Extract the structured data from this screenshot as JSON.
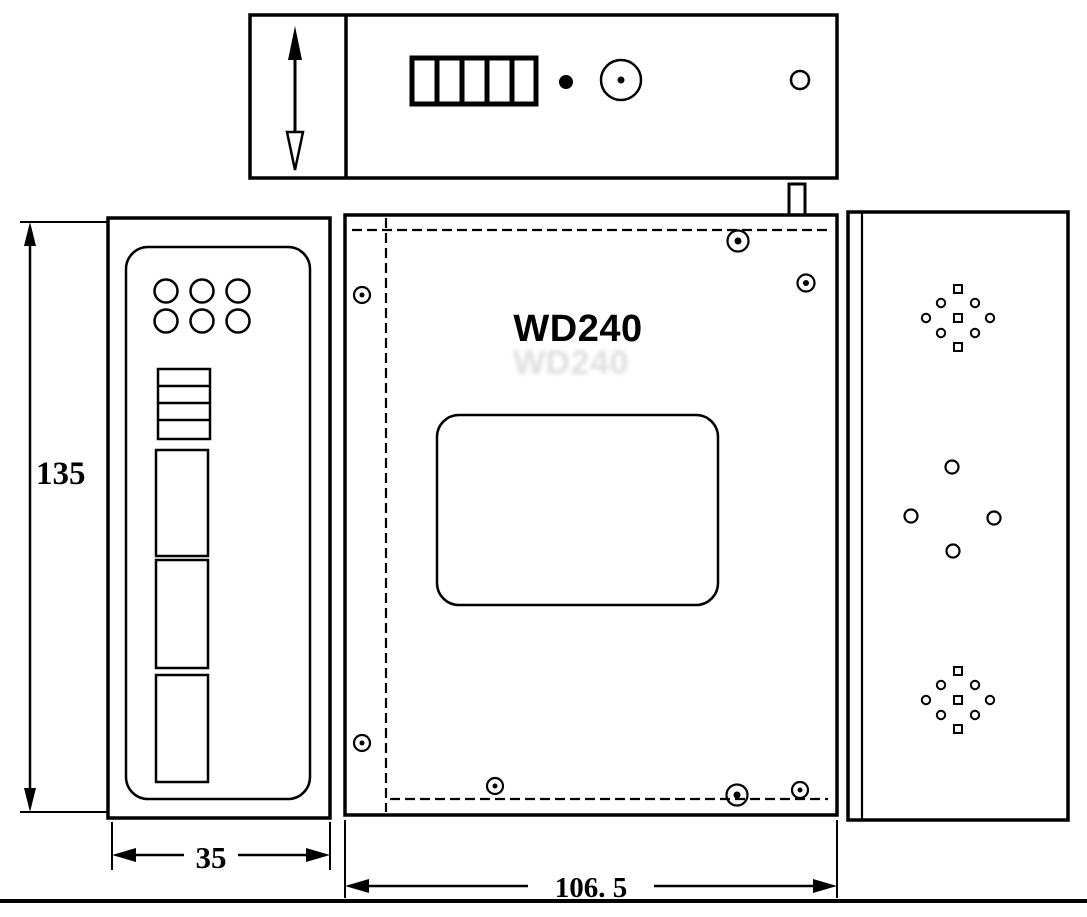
{
  "colors": {
    "ink": "#000000",
    "paper": "#ffffff"
  },
  "drawing": {
    "model_label": "WD240",
    "dim_height": "135",
    "dim_front_width": "35",
    "dim_body_width": "106. 5"
  }
}
